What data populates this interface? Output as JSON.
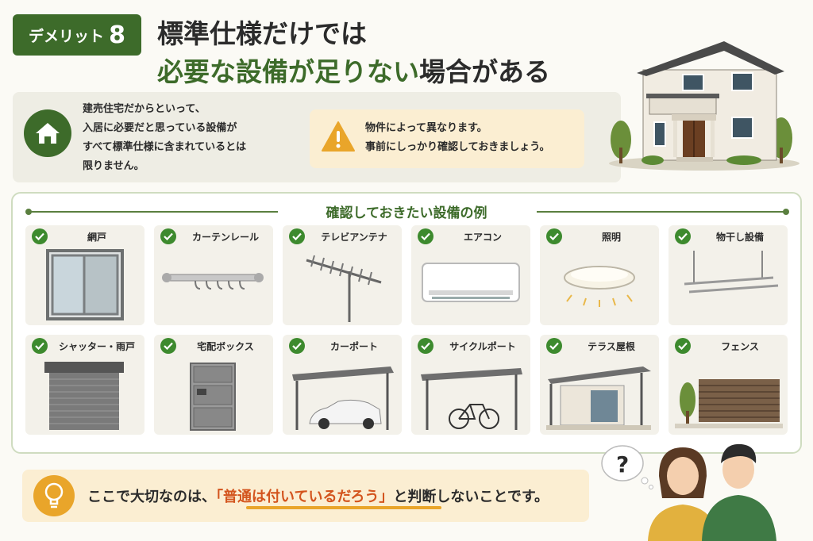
{
  "badge": {
    "text": "デメリット",
    "number": "8"
  },
  "title": {
    "line1": "標準仕様だけでは",
    "line2_highlight": "必要な設備が足りない",
    "line2_rest": "場合がある"
  },
  "info": {
    "lines": [
      "建売住宅だからといって、",
      "入居に必要だと思っている設備が",
      "すべて標準仕様に含まれているとは",
      "限りません。"
    ],
    "warning_lines": [
      "物件によって異なります。",
      "事前にしっかり確認しておきましょう。"
    ],
    "icon": "home-icon",
    "warning_icon": "warning-icon"
  },
  "equipment": {
    "title": "確認しておきたい設備の例",
    "items": [
      {
        "label": "網戸",
        "icon": "window-screen-icon"
      },
      {
        "label": "カーテンレール",
        "icon": "curtain-rail-icon"
      },
      {
        "label": "テレビアンテナ",
        "icon": "tv-antenna-icon"
      },
      {
        "label": "エアコン",
        "icon": "air-conditioner-icon"
      },
      {
        "label": "照明",
        "icon": "ceiling-light-icon"
      },
      {
        "label": "物干し設備",
        "icon": "clothes-pole-icon"
      },
      {
        "label": "シャッター・雨戸",
        "icon": "shutter-icon"
      },
      {
        "label": "宅配ボックス",
        "icon": "delivery-box-icon"
      },
      {
        "label": "カーポート",
        "icon": "carport-icon"
      },
      {
        "label": "サイクルポート",
        "icon": "cycle-port-icon"
      },
      {
        "label": "テラス屋根",
        "icon": "terrace-roof-icon"
      },
      {
        "label": "フェンス",
        "icon": "fence-icon"
      }
    ]
  },
  "tip": {
    "prefix": "ここで大切なのは、",
    "emphasis": "「普通は付いているだろう」",
    "suffix": "と判断しないことです。",
    "icon": "lightbulb-icon"
  },
  "people_bubble": "?",
  "colors": {
    "accent": "#3d6b2a",
    "warning_bg": "#fbeed2",
    "emphasis": "#d3541d",
    "check": "#3d8a2e"
  }
}
